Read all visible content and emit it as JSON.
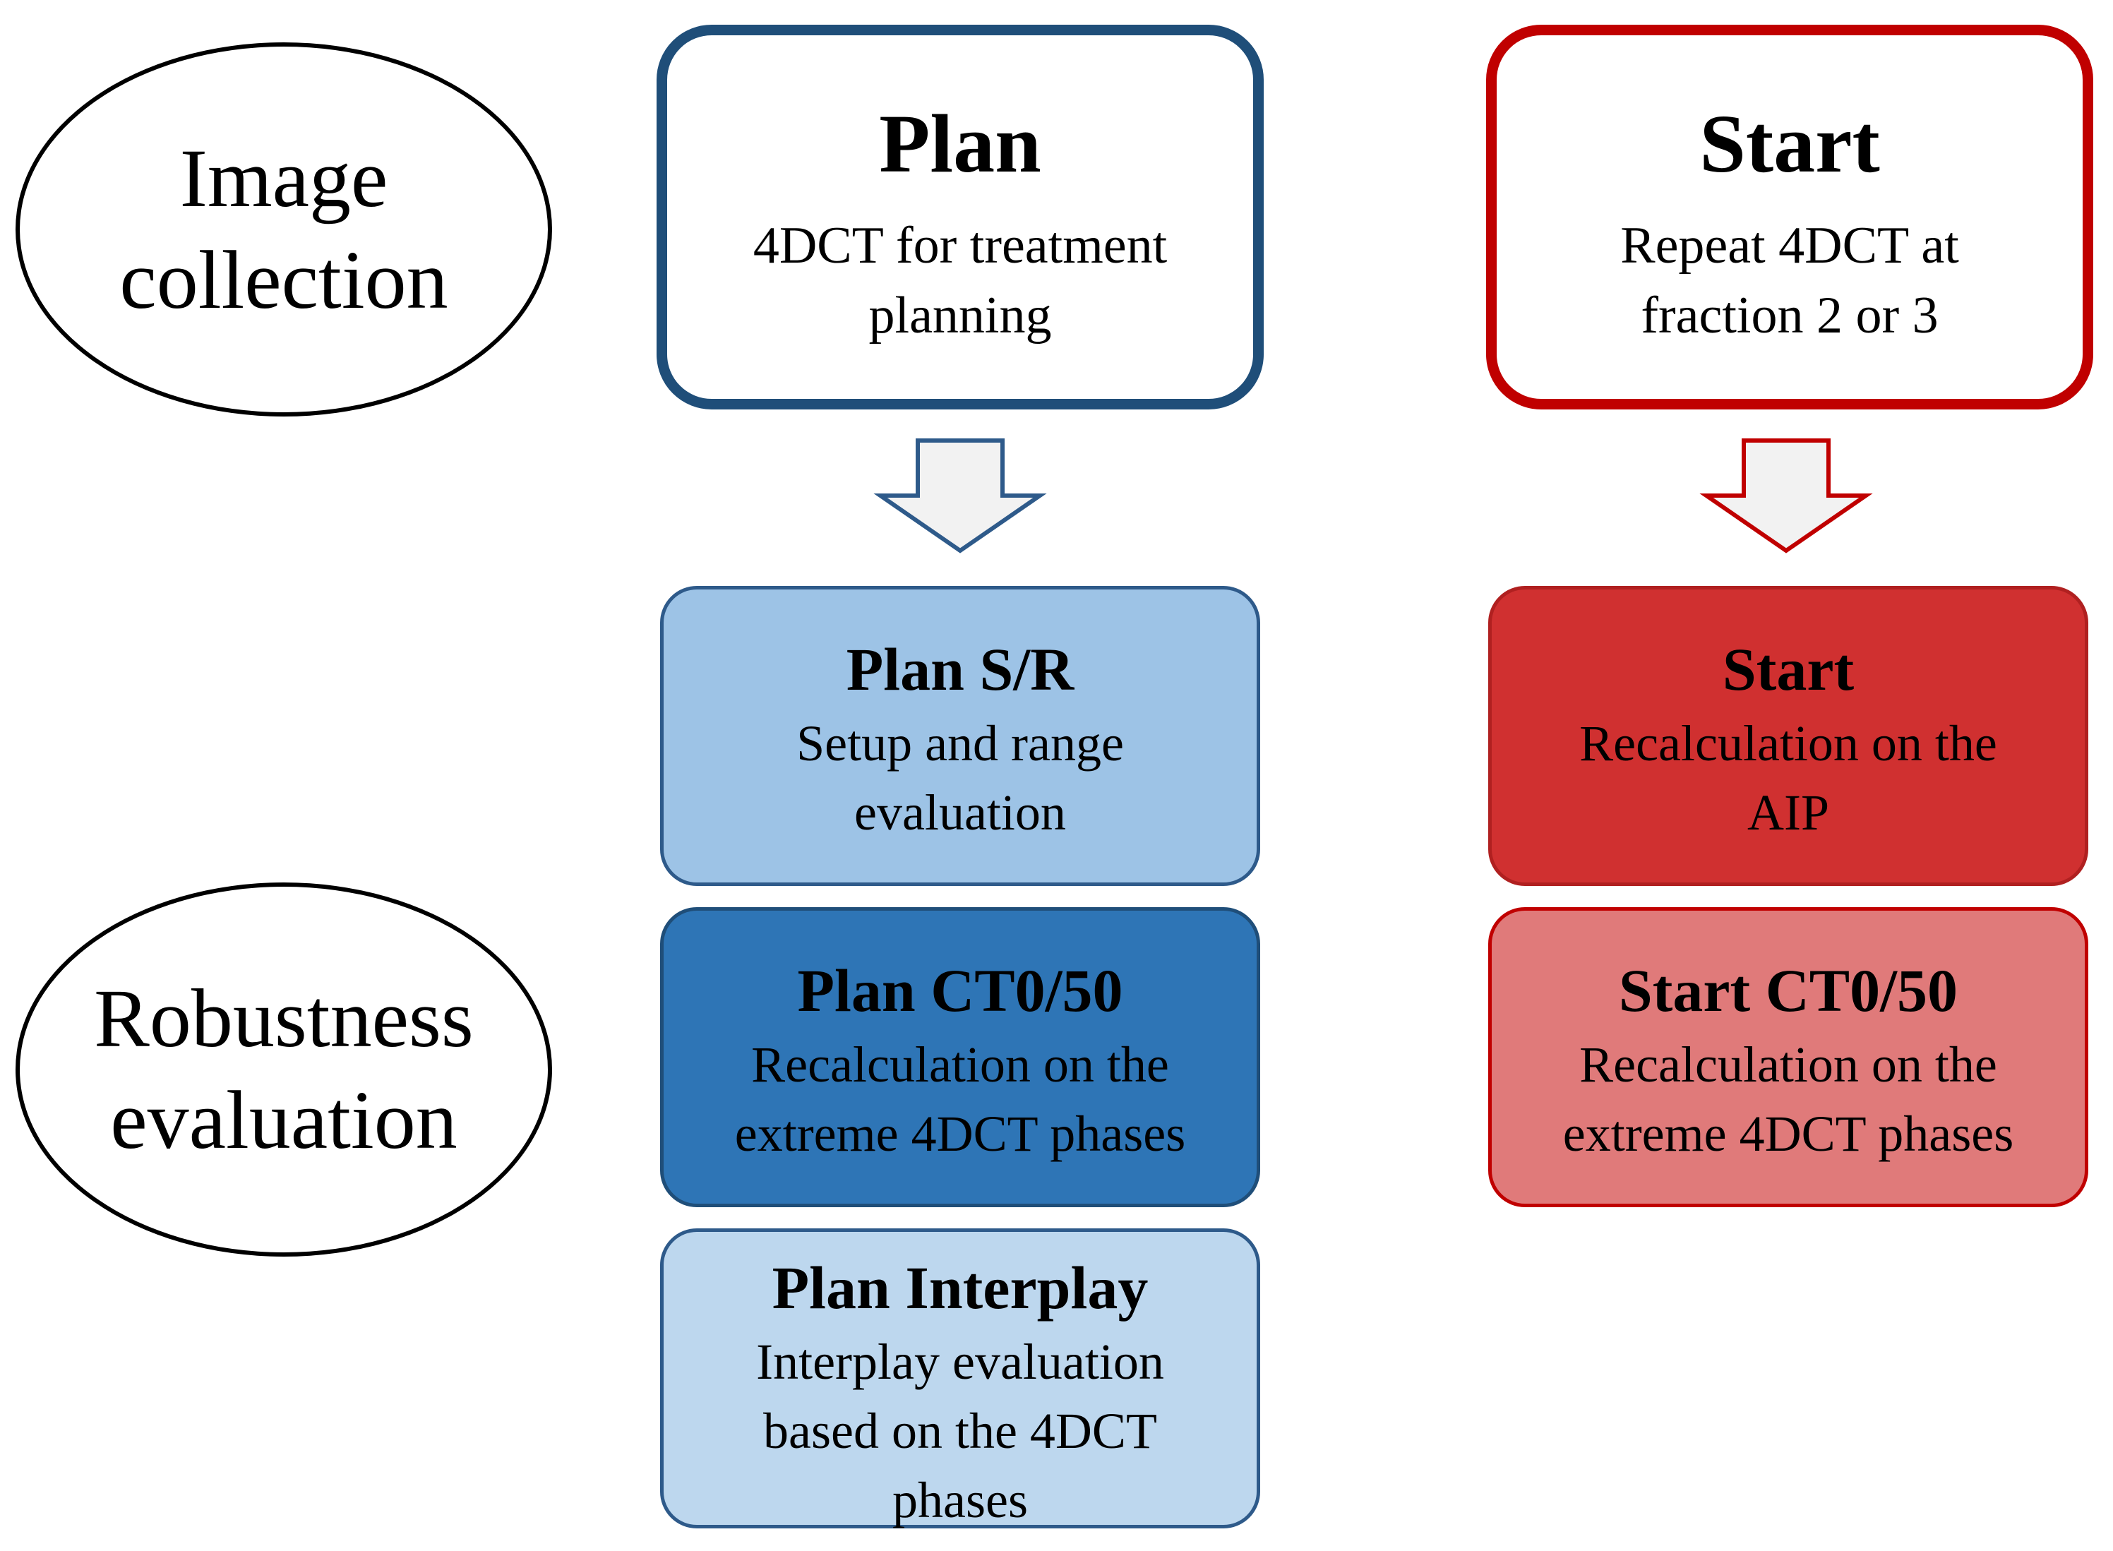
{
  "colors": {
    "blue_dark": "#1f4e79",
    "blue_outline": "#2e5a8a",
    "blue_light": "#9dc3e6",
    "blue_mid": "#2e75b6",
    "blue_pale": "#bdd7ee",
    "red_outline": "#c00000",
    "red_dark": "#d03030",
    "red_light": "#e07a7a",
    "arrow_fill": "#f2f2f2"
  },
  "labels": {
    "image_collection": "Image\ncollection",
    "robustness_evaluation": "Robustness\nevaluation"
  },
  "plan": {
    "title": "Plan",
    "subtitle": "4DCT for treatment\nplanning",
    "arrow_icon": "down-arrow-icon",
    "evaluations": [
      {
        "title": "Plan S/R",
        "desc": "Setup and range\nevaluation"
      },
      {
        "title": "Plan CT0/50",
        "desc": "Recalculation on the\nextreme 4DCT phases"
      },
      {
        "title": "Plan Interplay",
        "desc": "Interplay evaluation\nbased on the 4DCT\nphases"
      }
    ]
  },
  "start": {
    "title": "Start",
    "subtitle": "Repeat 4DCT at\nfraction 2 or 3",
    "arrow_icon": "down-arrow-icon",
    "evaluations": [
      {
        "title": "Start",
        "desc": "Recalculation on the\nAIP"
      },
      {
        "title": "Start CT0/50",
        "desc": "Recalculation on the\nextreme 4DCT phases"
      }
    ]
  }
}
